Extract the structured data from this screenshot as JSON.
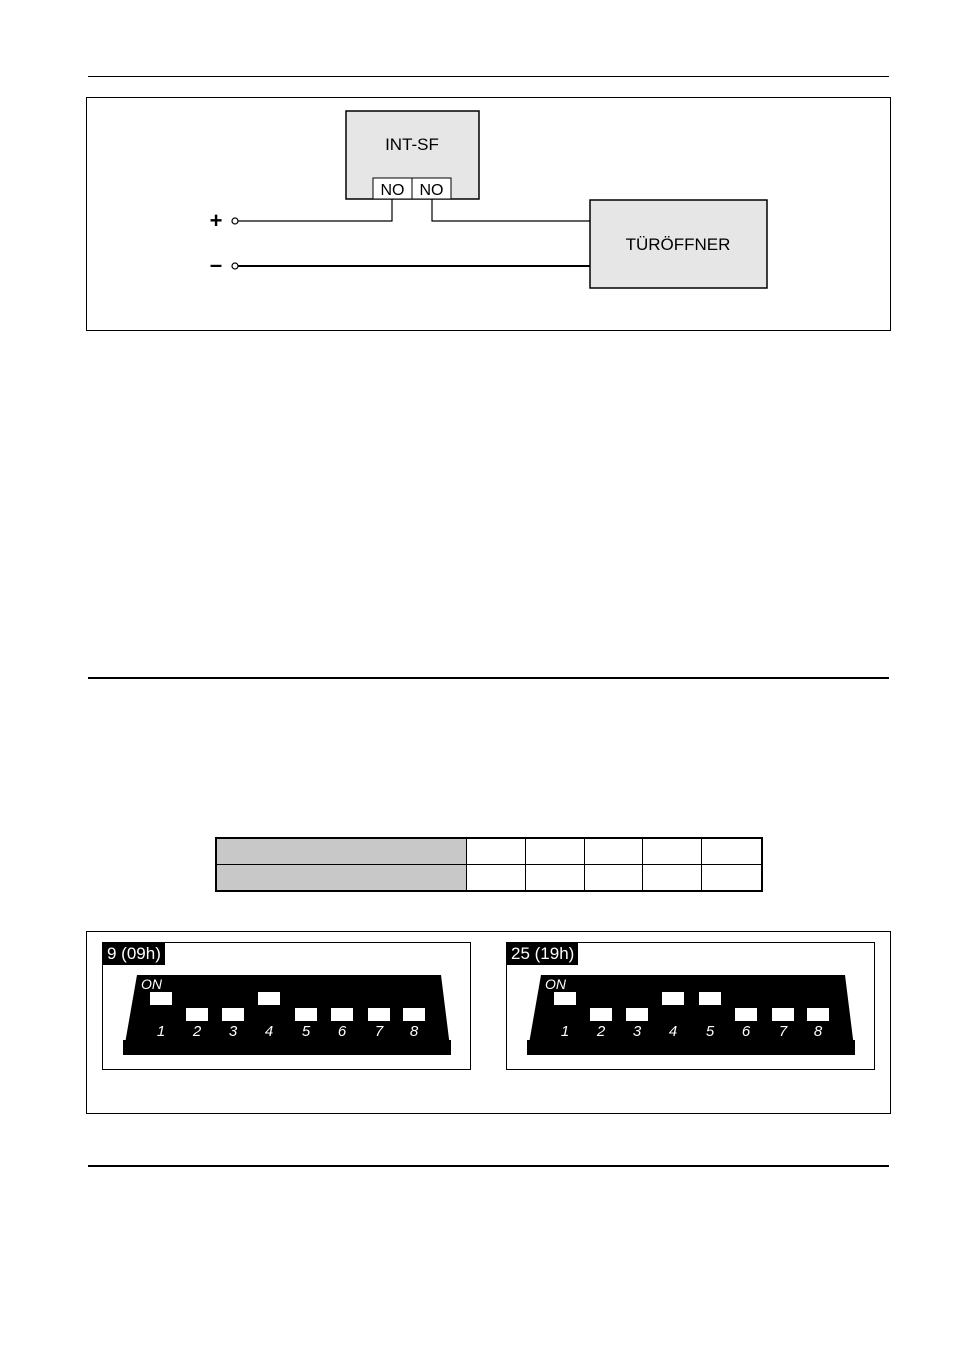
{
  "wiring_diagram": {
    "module_label": "INT-SF",
    "contact_left": "NO",
    "contact_right": "NO",
    "device_label": "TÜRÖFFNER",
    "plus_symbol": "+",
    "minus_symbol": "–"
  },
  "address_table": {
    "rows": [
      [
        "",
        "",
        "",
        "",
        "",
        ""
      ],
      [
        "",
        "",
        "",
        "",
        "",
        ""
      ]
    ]
  },
  "dip_examples": [
    {
      "title": "9 (09h)",
      "on_label": "ON",
      "numbers": [
        "1",
        "2",
        "3",
        "4",
        "5",
        "6",
        "7",
        "8"
      ],
      "switches_on": [
        1,
        4
      ]
    },
    {
      "title": "25 (19h)",
      "on_label": "ON",
      "numbers": [
        "1",
        "2",
        "3",
        "4",
        "5",
        "6",
        "7",
        "8"
      ],
      "switches_on": [
        1,
        4,
        5
      ]
    }
  ]
}
